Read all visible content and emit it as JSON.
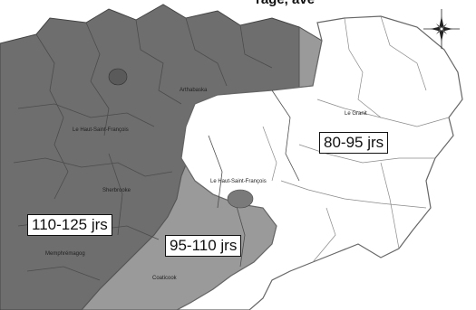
{
  "map": {
    "title_fragment": "rage, ave",
    "region_labels": {
      "arthabaska": "Arthabaska",
      "le_granit": "Le Granit",
      "haut_saint_francois_upper": "Le Haut-Saint-François",
      "haut_saint_francois_lower": "Le Haut-Saint-François",
      "sherbrooke": "Sherbrooke",
      "memphremagog": "Memphrémagog",
      "coaticook": "Coaticook"
    },
    "zones": [
      {
        "label": "80-95 jrs",
        "shade": "#ffffff"
      },
      {
        "label": "95-110 jrs",
        "shade": "#9a9a9a"
      },
      {
        "label": "110-125 jrs",
        "shade": "#6e6e6e"
      }
    ],
    "compass_icon": "compass-rose-icon",
    "colors": {
      "dark_zone": "#6e6e6e",
      "mid_zone": "#9a9a9a",
      "light_zone": "#ffffff",
      "border": "#555555"
    }
  }
}
